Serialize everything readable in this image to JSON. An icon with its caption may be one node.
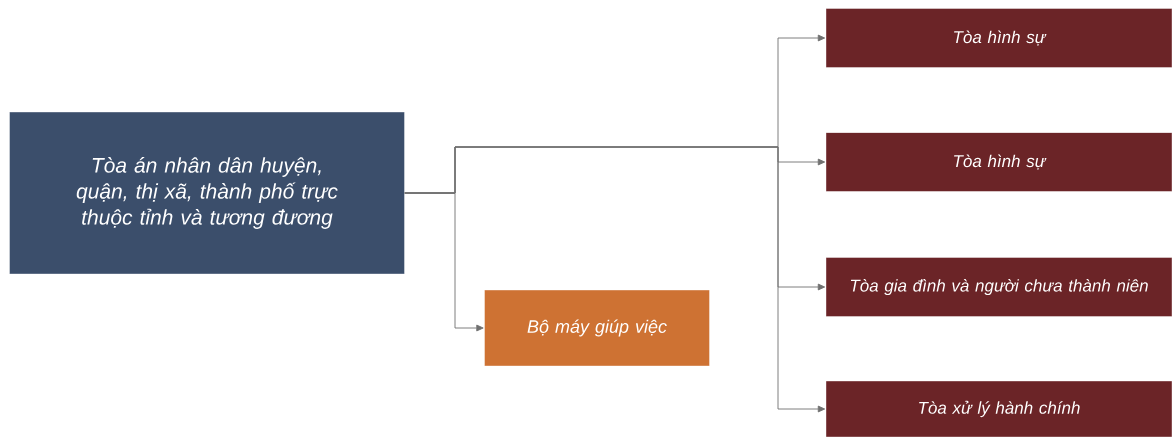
{
  "diagram": {
    "nodes": [
      {
        "text": [
          "Tòa án nhân dân huyện, quận, thị xã, thành phố trực thuộc tỉnh và tương đương"
        ]
      },
      {
        "text": [
          "Bộ máy giúp việc"
        ]
      },
      {
        "text": [
          "Tòa hình sự"
        ]
      },
      {
        "text": [
          "Tòa hình sự"
        ]
      },
      {
        "text": [
          "Tòa gia đình và người chưa thành niên"
        ]
      },
      {
        "text": [
          "Tòa xử lý hành chính"
        ]
      }
    ],
    "edges": [
      {
        "from": 0,
        "to": 1,
        "arrow": "to"
      },
      {
        "from": 0,
        "to": 2,
        "arrow": "to"
      },
      {
        "from": 0,
        "to": 3,
        "arrow": "to"
      },
      {
        "from": 0,
        "to": 4,
        "arrow": "to"
      },
      {
        "from": 0,
        "to": 5,
        "arrow": "to"
      }
    ]
  }
}
